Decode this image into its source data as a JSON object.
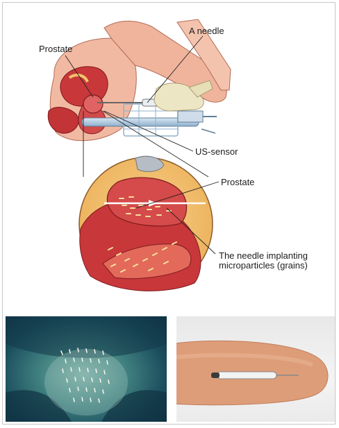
{
  "labels": {
    "needle": "A needle",
    "prostate_top": "Prostate",
    "us_sensor": "US-sensor",
    "prostate_inset": "Prostate",
    "implant_line1": "The needle implanting",
    "implant_line2": "microparticles (grains)"
  },
  "colors": {
    "skin": "#f2b9a2",
    "tissue_red": "#c8373a",
    "fat_yellow": "#f3c36a",
    "glove": "#ede6c4",
    "probe_blue": "#a9c6e0",
    "xray_dark": "#0d2c3d",
    "finger_skin": "#e0a07a"
  }
}
